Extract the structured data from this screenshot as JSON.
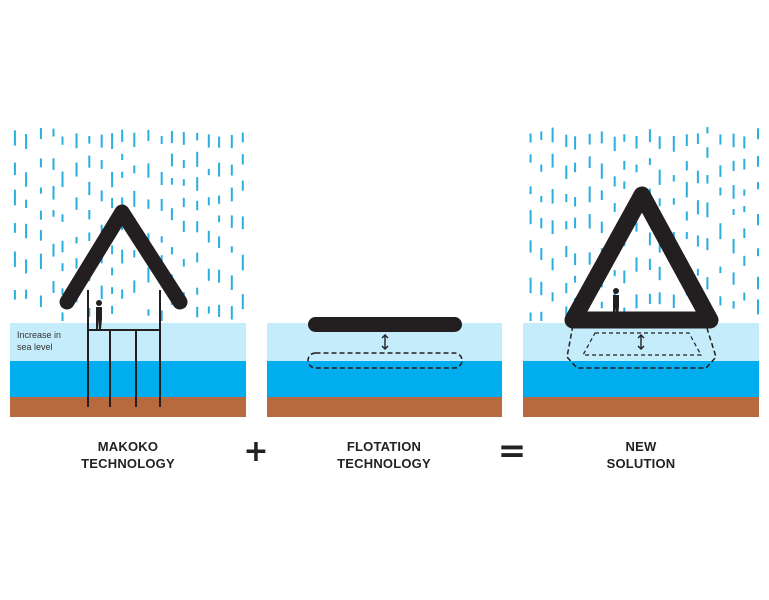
{
  "panels": [
    {
      "id": "makoko",
      "caption": [
        "MAKOKO",
        "TECHNOLOGY"
      ],
      "label": [
        "Increase in",
        "sea level"
      ]
    },
    {
      "id": "flotation",
      "caption": [
        "FLOTATION",
        "TECHNOLOGY"
      ]
    },
    {
      "id": "new",
      "caption": [
        "NEW",
        "SOLUTION"
      ]
    }
  ],
  "operators": {
    "plus": "+",
    "equals": "="
  },
  "colors": {
    "rain": "#29aee0",
    "risen_water": "#c4ecfa",
    "water": "#00aeef",
    "ground": "#b66a3e",
    "structure": "#231f20"
  },
  "icons": [
    "rain-icon",
    "person-icon",
    "double-arrow-icon"
  ]
}
